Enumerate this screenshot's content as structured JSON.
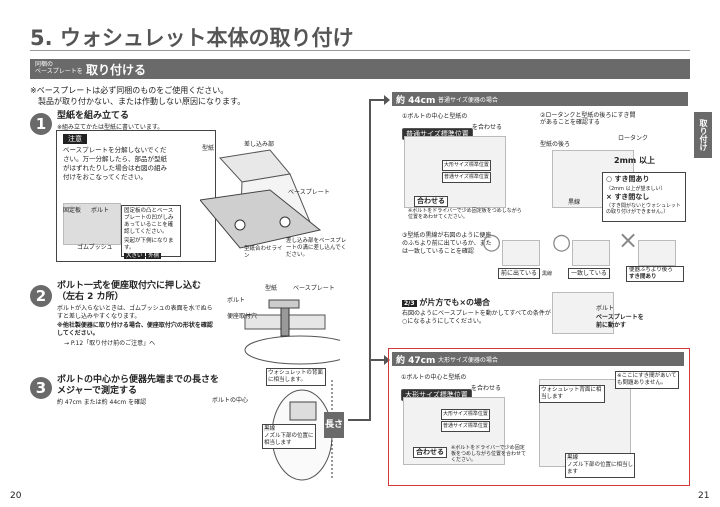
{
  "page": {
    "title": "5. ウォシュレット本体の取り付け",
    "section_sub": "同梱の\nベースプレートを",
    "section_title": "取り付ける",
    "page_left": "20",
    "page_right": "21",
    "side_tab": "取り付け"
  },
  "notice": {
    "line1": "※ベースプレートは必ず同梱のものをご使用ください。",
    "line2": "製品が取り付かない、または作動しない原因になります。"
  },
  "step1": {
    "num": "1",
    "title": "型紙を組み立てる",
    "sub": "※組み立てかたは型紙に書いています。",
    "caution_label": "注意",
    "caution_text": "ベースプレートを分解しないでください。万一分解したら、部品が型紙がはずれたりした場合は右図の組み付けをおこなってください。",
    "inset_label1": "固定板",
    "inset_label2": "ボルト",
    "inset_label3": "ゴムブッシュ",
    "inset_note": "固定板の凸とベースプレートの凹がしみあっていることを確認してください。",
    "inset_note2": "突起が下側になります。",
    "big_label": "大きい",
    "outer_label": "外側",
    "diag1": "型紙",
    "diag2": "差し込み部",
    "diag3": "ベースプレート",
    "diag4": "差し込み部をベースプレートの溝に差し込んでください。",
    "diag5": "型紙合わせライン"
  },
  "step2": {
    "num": "2",
    "title": "ボルト一式を便座取付穴に押し込む",
    "title2": "（左右 2 カ所）",
    "desc1": "ボルトが入らないときは、ゴムブッシュの表面を水でぬらすと差し込みやすくなります。",
    "desc2": "※他社製便器に取り付ける場合、便座取付穴の形状を確認してください。",
    "ref": "→ P.12「取り付け前のご注意」へ",
    "diag1": "型紙",
    "diag2": "ベースプレート",
    "diag3": "ボルト",
    "diag4": "便座取付穴"
  },
  "step3": {
    "num": "3",
    "title": "ボルトの中心から便器先端までの長さを",
    "title2": "メジャーで測定する",
    "sub": "約 47cm または約 44cm を確認",
    "diag1": "ウォシュレットの背面に相当します。",
    "diag2": "ボルトの中心",
    "diag3": "黒線",
    "diag4": "ノズル下部の位置に相当します",
    "length_label": "長さ"
  },
  "right44": {
    "header_big": "約 44cm",
    "header_small": "普通サイズ便器の場合",
    "p1": "①ボルトの中心と型紙の",
    "p1_pill": "普通サイズ標準位置",
    "p1b": "を合わせる",
    "p2": "②ロータンクと型紙の後ろにすき間があることを確認する",
    "tank_label": "ロータンク",
    "back_label": "型紙の後ろ",
    "gap_label": "2mm 以上",
    "ok_gap": "すき間あり",
    "ok_sub": "（2mm 以上が望ましい）",
    "ng_gap": "すき間なし",
    "ng_sub": "（すき間がないとウォシュレットの取り付けができません。）",
    "align_label": "合わせる",
    "small_label1": "大形サイズ標準位置",
    "small_label2": "普通サイズ標準位置",
    "small_note": "※ボルトをドライバーで少め固定板をつめしながら位置をあわせてください。",
    "black_line": "黒線",
    "p3": "③型紙の黒線が右図のように便座のふちより前に出ているか、または一致していることを確認",
    "opt1": "前に出ている",
    "opt2": "一致している",
    "opt3": "便器ふちより後ろ",
    "opt3b": "すき間あり",
    "sep_heading_pill": "2/3",
    "sep_heading": "が片方でも×の場合",
    "sep_text": "右図のようにベースプレートを動かしてすべての条件が○になるようにしてください。",
    "bolt_label": "ボルト",
    "move_label": "ベースプレートを前に動かす"
  },
  "right47": {
    "header_big": "約 47cm",
    "header_small": "大形サイズ便器の場合",
    "p1": "①ボルトの中心と型紙の",
    "p1_pill": "大形サイズ標準位置",
    "p1b": "を合わせる",
    "label1": "ウォシュレット背面に相当します",
    "label2": "※ここにすき間があいても問題ありません。",
    "align_label": "合わせる",
    "small_label1": "大形サイズ標準位置",
    "small_label2": "普通サイズ標準位置",
    "small_note": "※ボルトをドライバーで少め固定板をつめしながら位置を合わせてください。",
    "black_line": "黒線",
    "nozzle": "ノズル下部の位置に相当します"
  }
}
